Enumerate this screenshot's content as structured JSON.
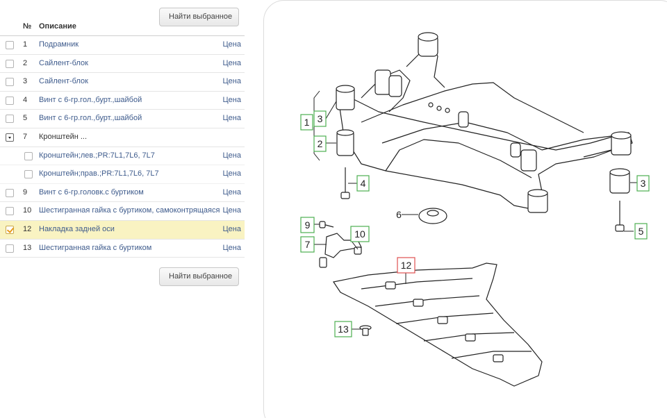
{
  "buttons": {
    "find_selected": "Найти выбранное"
  },
  "table": {
    "header": {
      "num": "№",
      "desc": "Описание"
    },
    "rows": [
      {
        "num": "1",
        "desc": "Подрамник",
        "price": "Цена"
      },
      {
        "num": "2",
        "desc": "Сайлент-блок",
        "price": "Цена"
      },
      {
        "num": "3",
        "desc": "Сайлент-блок",
        "price": "Цена"
      },
      {
        "num": "4",
        "desc": "Винт с 6-гр.гол.,бурт.,шайбой",
        "price": "Цена"
      },
      {
        "num": "5",
        "desc": "Винт с 6-гр.гол.,бурт.,шайбой",
        "price": "Цена"
      },
      {
        "num": "7",
        "desc": "Кронштейн ...",
        "price": ""
      },
      {
        "num": "",
        "desc": "Кронштейн;лев.;PR:7L1,7L6, 7L7",
        "price": "Цена"
      },
      {
        "num": "",
        "desc": "Кронштейн;прав.;PR:7L1,7L6, 7L7",
        "price": "Цена"
      },
      {
        "num": "9",
        "desc": "Винт с 6-гр.головк.с буртиком",
        "price": "Цена"
      },
      {
        "num": "10",
        "desc": "Шестигранная гайка с буртиком, самоконтрящаяся",
        "price": "Цена"
      },
      {
        "num": "12",
        "desc": "Накладка задней оси",
        "price": "Цена"
      },
      {
        "num": "13",
        "desc": "Шестигранная гайка с буртиком",
        "price": "Цена"
      }
    ]
  },
  "diagram": {
    "callouts": {
      "c1": "1",
      "c3a": "3",
      "c2": "2",
      "c4": "4",
      "c6": "6",
      "c3b": "3",
      "c5": "5",
      "c9": "9",
      "c10": "10",
      "c7": "7",
      "c12": "12",
      "c13": "13"
    }
  },
  "colors": {
    "link": "#3e5b8c",
    "selected_row": "#f9f3c2",
    "callout_green": "#4caf50",
    "callout_red": "#e05050"
  }
}
